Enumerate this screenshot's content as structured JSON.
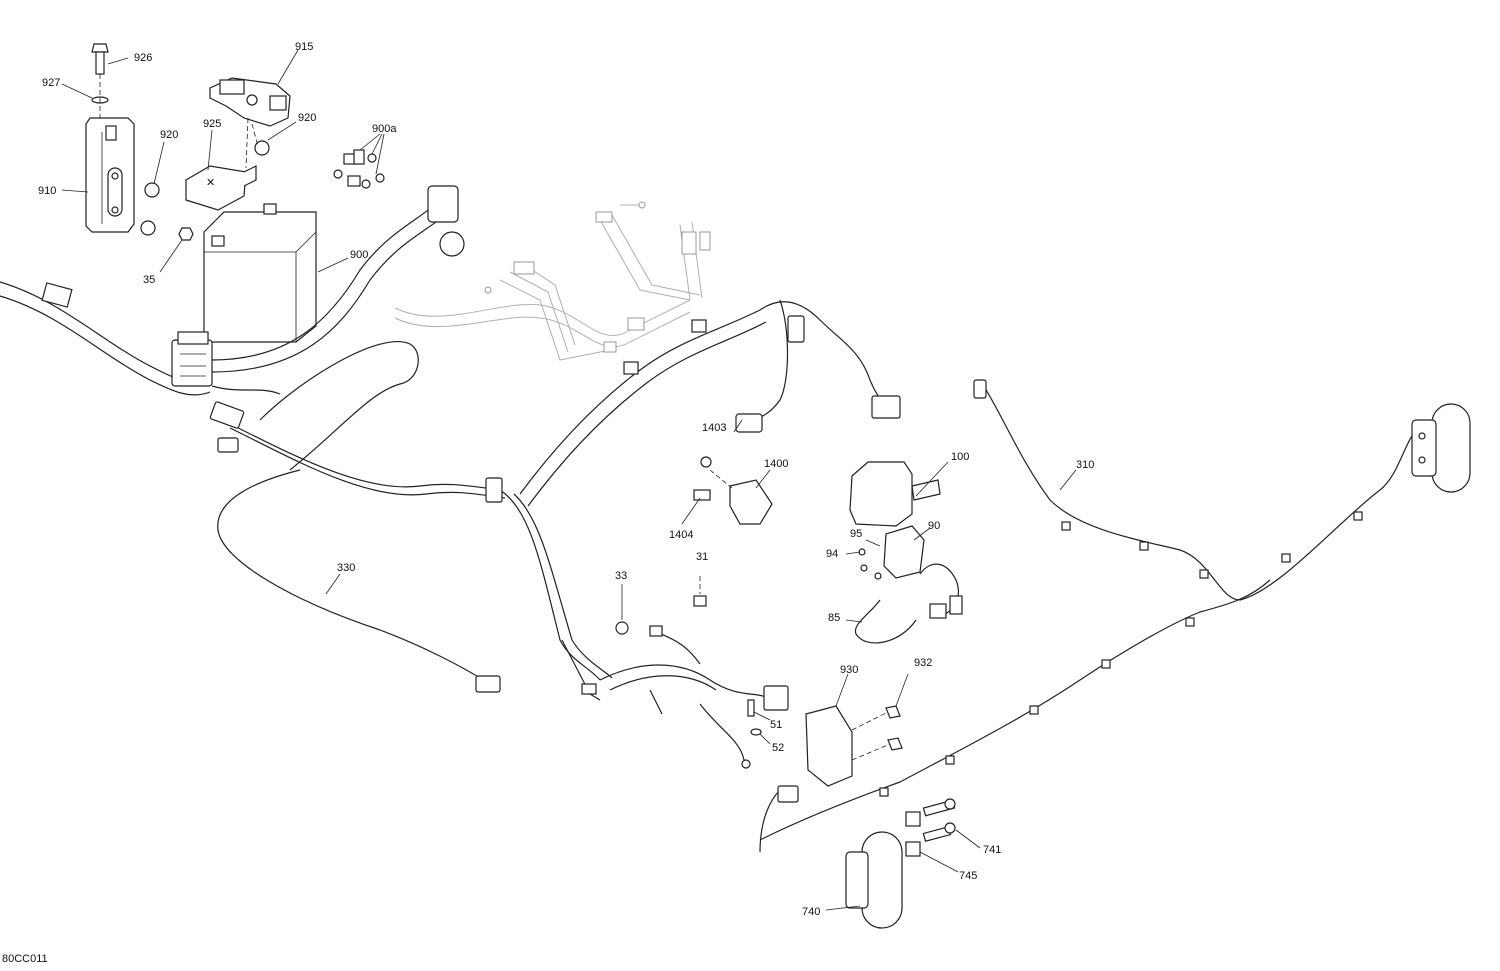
{
  "diagram": {
    "code": "80CC011",
    "callouts": {
      "c926": "926",
      "c927": "927",
      "c915": "915",
      "c920a": "920",
      "c920b": "920",
      "c925": "925",
      "c900a": "900a",
      "c910": "910",
      "c35": "35",
      "c900": "900",
      "c1403": "1403",
      "c1400": "1400",
      "c1404": "1404",
      "c100": "100",
      "c310": "310",
      "c95": "95",
      "c90": "90",
      "c94": "94",
      "c85": "85",
      "c330": "330",
      "c33": "33",
      "c31": "31",
      "c930": "930",
      "c932": "932",
      "c51": "51",
      "c52": "52",
      "c741": "741",
      "c745": "745",
      "c740": "740"
    }
  }
}
